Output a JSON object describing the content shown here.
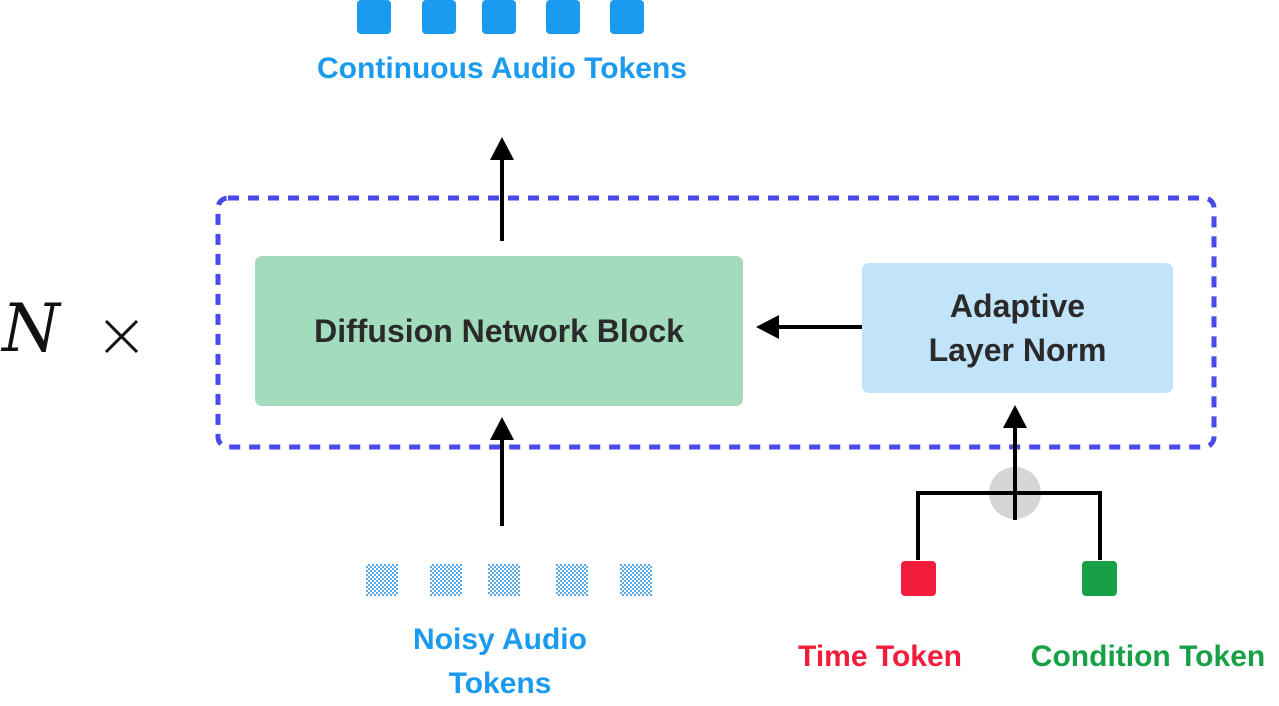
{
  "output_label": "Continuous Audio Tokens",
  "input_label": "Noisy Audio\nTokens",
  "block_label": "Diffusion Network Block",
  "adaptive_label": "Adaptive\nLayer Norm",
  "time_label": "Time Token",
  "condition_label": "Condition Token",
  "repeat_symbol": "N",
  "times_symbol": "×",
  "colors": {
    "output_token": "#1a9bf0",
    "noisy_token": "#5aa9e6",
    "time_token": "#f21c3c",
    "condition_token": "#18a047",
    "dashed_border": "#4a4ae8",
    "block_fill": "#a3dbbd",
    "adaptive_fill": "#c2e4fb",
    "sum_node": "#d6d6d6"
  },
  "output_token_count": 5,
  "noisy_token_count": 5
}
